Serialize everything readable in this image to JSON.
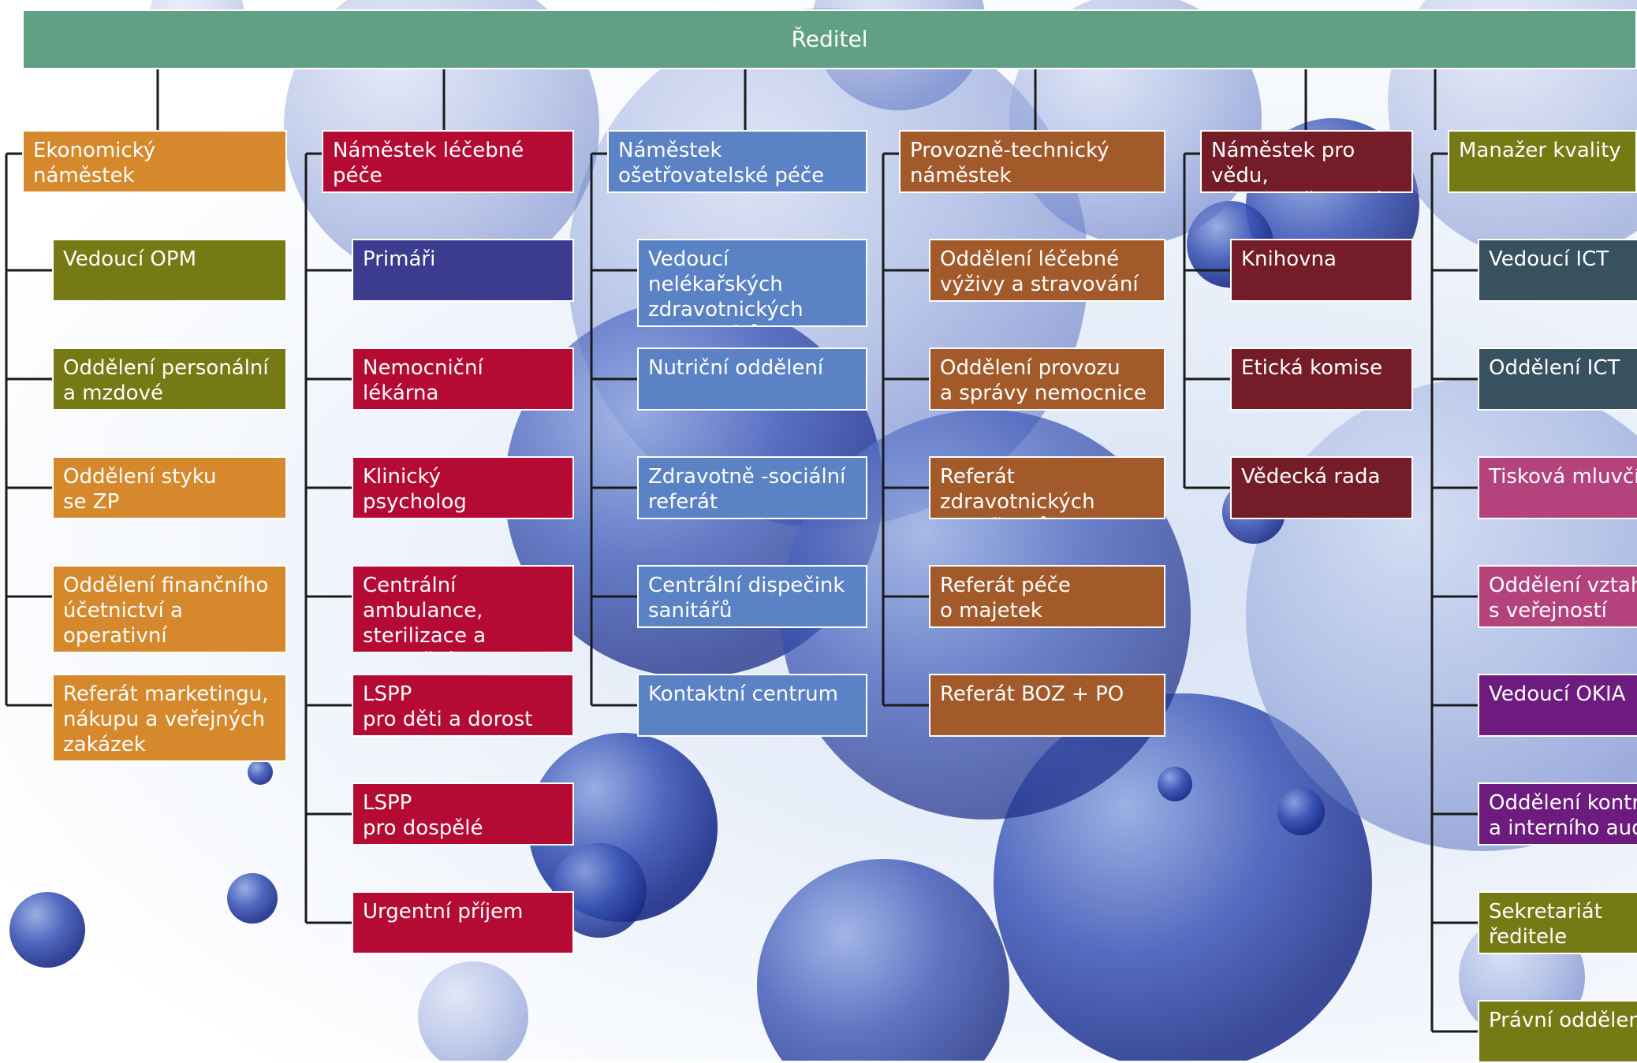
{
  "director": {
    "label": "Ředitel",
    "color": "#62a085"
  },
  "columns": [
    {
      "head": {
        "label": "Ekonomický\nnáměstek",
        "color": "#d6882c"
      },
      "units": [
        {
          "label": "Vedoucí OPM",
          "color": "#767a14"
        },
        {
          "label": "Oddělení personální\na mzdové",
          "color": "#767a14"
        },
        {
          "label": "Oddělení styku\nse ZP",
          "color": "#d6882c"
        },
        {
          "label": "Oddělení finančního\núčetnictví a operativní\nevidence",
          "color": "#d6882c"
        },
        {
          "label": "Referát marketingu,\nnákupu a veřejných\nzakázek",
          "color": "#d6882c"
        }
      ]
    },
    {
      "head": {
        "label": "Náměstek léčebné\npéče",
        "color": "#b50a34"
      },
      "units": [
        {
          "label": "Primáři",
          "color": "#3b3b8f"
        },
        {
          "label": "Nemocniční\nlékárna",
          "color": "#b50a34"
        },
        {
          "label": "Klinický\npsycholog",
          "color": "#b50a34"
        },
        {
          "label": "Centrální ambulance,\nsterilizace a operační\nsály",
          "color": "#b50a34"
        },
        {
          "label": "LSPP\npro děti a dorost",
          "color": "#b50a34"
        },
        {
          "label": "LSPP\npro dospělé",
          "color": "#b50a34"
        },
        {
          "label": "Urgentní příjem",
          "color": "#b50a34"
        }
      ]
    },
    {
      "head": {
        "label": "Náměstek\nošetřovatelské péče",
        "color": "#5b82c4"
      },
      "units": [
        {
          "label": "Vedoucí nelékařských\nzdravotnických\npracovníků",
          "color": "#5b82c4"
        },
        {
          "label": "Nutriční oddělení",
          "color": "#5b82c4"
        },
        {
          "label": "Zdravotně -sociální\nreferát",
          "color": "#5b82c4"
        },
        {
          "label": "Centrální dispečink\nsanitářů",
          "color": "#5b82c4"
        },
        {
          "label": "Kontaktní centrum",
          "color": "#5b82c4"
        }
      ]
    },
    {
      "head": {
        "label": "Provozně-technický\nnáměstek",
        "color": "#a35a2b"
      },
      "units": [
        {
          "label": "Oddělení léčebné\nvýživy a stravování",
          "color": "#a35a2b"
        },
        {
          "label": "Oddělení provozu\na správy nemocnice",
          "color": "#a35a2b"
        },
        {
          "label": "Referát zdravotnických\nprostředků",
          "color": "#a35a2b"
        },
        {
          "label": "Referát péče\no majetek",
          "color": "#a35a2b"
        },
        {
          "label": "Referát BOZ + PO",
          "color": "#a35a2b"
        }
      ]
    },
    {
      "head": {
        "label": "Náměstek pro vědu,\nvýzkum, školství",
        "color": "#741c28"
      },
      "units": [
        {
          "label": "Knihovna",
          "color": "#741c28"
        },
        {
          "label": "Etická komise",
          "color": "#741c28"
        },
        {
          "label": "Vědecká rada",
          "color": "#741c28"
        }
      ]
    },
    {
      "head": {
        "label": "Manažer kvality",
        "color": "#767a14"
      },
      "units": [
        {
          "label": "Vedoucí ICT",
          "color": "#37515f"
        },
        {
          "label": "Oddělení ICT",
          "color": "#37515f"
        },
        {
          "label": "Tisková mluvčí",
          "color": "#b4437d"
        },
        {
          "label": "Oddělení vztahů\ns veřejností",
          "color": "#b4437d"
        },
        {
          "label": "Vedoucí OKIA",
          "color": "#6d1b7f"
        },
        {
          "label": "Oddělení kontroly\na interního auditu",
          "color": "#6d1b7f"
        },
        {
          "label": "Sekretariát\nředitele",
          "color": "#767a14"
        },
        {
          "label": "Právní oddělení",
          "color": "#767a14"
        }
      ]
    }
  ]
}
